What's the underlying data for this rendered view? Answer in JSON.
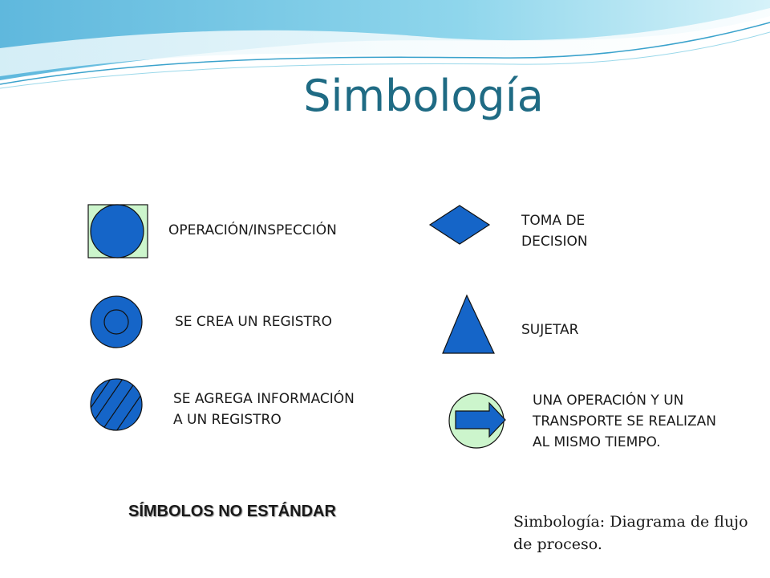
{
  "title": "Simbología",
  "colors": {
    "symbol_fill": "#1565c8",
    "symbol_stroke": "#111111",
    "light_green": "#ccf5cc",
    "title_color": "#1f6b84"
  },
  "symbols": [
    {
      "shape": "circle-on-square",
      "label": "OPERACIÓN/INSPECCIÓN"
    },
    {
      "shape": "circle-with-inner-circle",
      "label": "SE CREA UN REGISTRO"
    },
    {
      "shape": "hatched-circle",
      "label": "SE AGREGA INFORMACIÓN\nA UN REGISTRO"
    },
    {
      "shape": "diamond",
      "label": "TOMA DE\nDECISION"
    },
    {
      "shape": "triangle",
      "label": "SUJETAR"
    },
    {
      "shape": "circle-with-arrow",
      "label": "UNA OPERACIÓN Y UN\nTRANSPORTE SE REALIZAN\nAL MISMO TIEMPO."
    }
  ],
  "footer_left": "SÍMBOLOS NO ESTÁNDAR",
  "caption": "Simbología: Diagrama de flujo de proceso."
}
